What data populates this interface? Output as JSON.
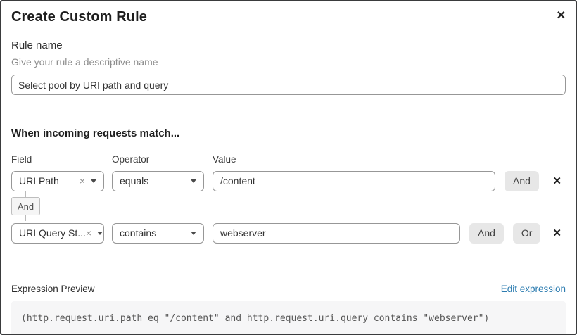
{
  "modal": {
    "title": "Create Custom Rule"
  },
  "icons": {
    "close": "✕",
    "clear": "×",
    "remove": "✕"
  },
  "rule_name": {
    "label": "Rule name",
    "hint": "Give your rule a descriptive name",
    "value": "Select pool by URI path and query"
  },
  "match_section": {
    "heading": "When incoming requests match...",
    "columns": {
      "field": "Field",
      "operator": "Operator",
      "value": "Value"
    },
    "rows": [
      {
        "field": "URI Path",
        "operator": "equals",
        "value": "/content",
        "buttons": [
          "And"
        ]
      },
      {
        "field": "URI Query St...",
        "operator": "contains",
        "value": "webserver",
        "buttons": [
          "And",
          "Or"
        ]
      }
    ],
    "connector": "And"
  },
  "expression": {
    "label": "Expression Preview",
    "edit_link": "Edit expression",
    "preview": "(http.request.uri.path eq \"/content\" and http.request.uri.query contains \"webserver\")"
  },
  "colors": {
    "link_blue": "#2c7cb0",
    "button_gray": "#e7e7e7",
    "input_border": "#979797",
    "frame_border": "#3a3b3d",
    "code_bg": "#f6f6f7"
  }
}
